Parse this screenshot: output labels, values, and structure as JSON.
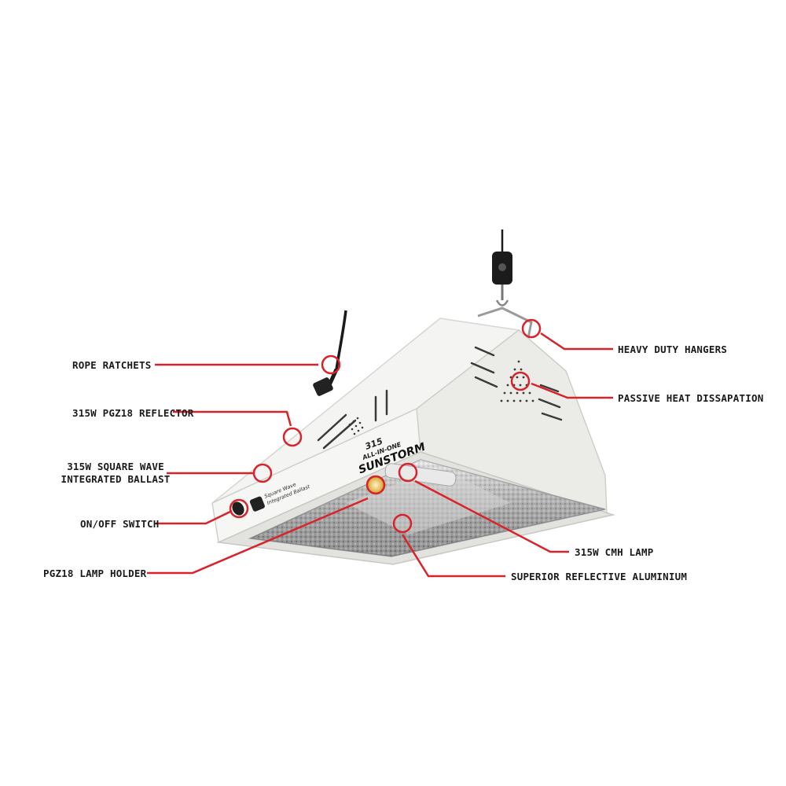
{
  "colors": {
    "callout": "#d8232a",
    "housing": "#f3f3f1",
    "housing_shade": "#dcdcd8",
    "rope": "#1a1a1a",
    "reflector": "#b9b9b9"
  },
  "product": {
    "badge_top": "315",
    "badge_mid": "ALL-IN-ONE",
    "brand": "SUNSTORM",
    "switch_text": "Square Wave",
    "switch_text_2": "Integrated Ballast"
  },
  "callouts": [
    {
      "id": "rope-ratchets",
      "label": "ROPE RATCHETS"
    },
    {
      "id": "pgz18-reflector",
      "label": "315W PGZ18 REFLECTOR"
    },
    {
      "id": "ballast",
      "label_line1": "315W SQUARE WAVE",
      "label_line2": "INTEGRATED BALLAST"
    },
    {
      "id": "on-off-switch",
      "label": "ON/OFF SWITCH"
    },
    {
      "id": "lamp-holder",
      "label": "PGZ18 LAMP HOLDER"
    },
    {
      "id": "heavy-duty-hangers",
      "label": "HEAVY DUTY HANGERS"
    },
    {
      "id": "passive-heat",
      "label": "PASSIVE HEAT DISSAPATION"
    },
    {
      "id": "cmh-lamp",
      "label": "315W CMH LAMP"
    },
    {
      "id": "reflective-aluminium",
      "label": "SUPERIOR REFLECTIVE ALUMINIUM"
    }
  ]
}
